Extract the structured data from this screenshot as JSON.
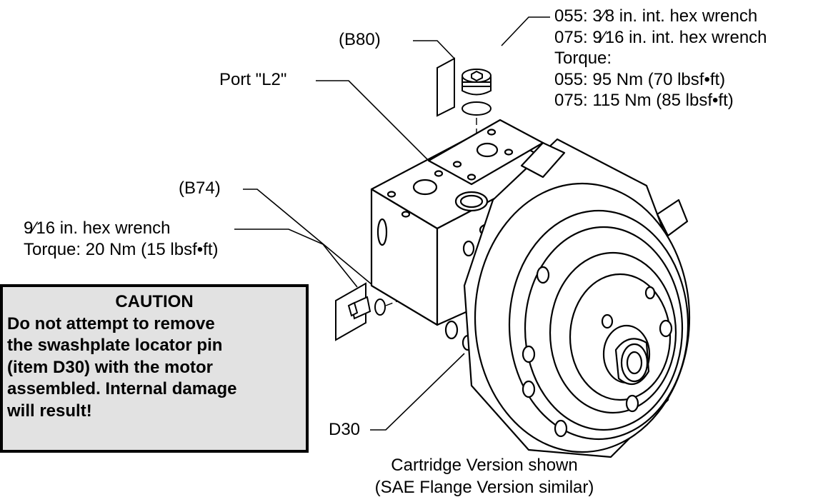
{
  "labels": {
    "b80": "(B80)",
    "port_l2": "Port \"L2\"",
    "b74": "(B74)",
    "wrench_916": "9⁄16 in. hex wrench",
    "torque_b74": "Torque:  20 Nm (15 lbsf•ft)",
    "d30": "D30"
  },
  "b80_spec": {
    "line1": "055:  3⁄8 in. int. hex wrench",
    "line2": "075:  9⁄16 in. int. hex wrench",
    "line3": "Torque:",
    "line4": "055:  95 Nm (70 lbsf•ft)",
    "line5": "075:  115 Nm (85 lbsf•ft)"
  },
  "caution": {
    "heading": "CAUTION",
    "line1": "Do not attempt to remove",
    "line2": "the swashplate locator pin",
    "line3": "(item D30) with the motor",
    "line4": "assembled. Internal damage",
    "line5": "will result!"
  },
  "caption": {
    "line1": "Cartridge Version shown",
    "line2": "(SAE Flange Version similar)"
  },
  "colors": {
    "caution_background": "#e2e2e2",
    "line": "#000000"
  },
  "icons": {
    "motor": "hydraulic-motor-illustration"
  }
}
